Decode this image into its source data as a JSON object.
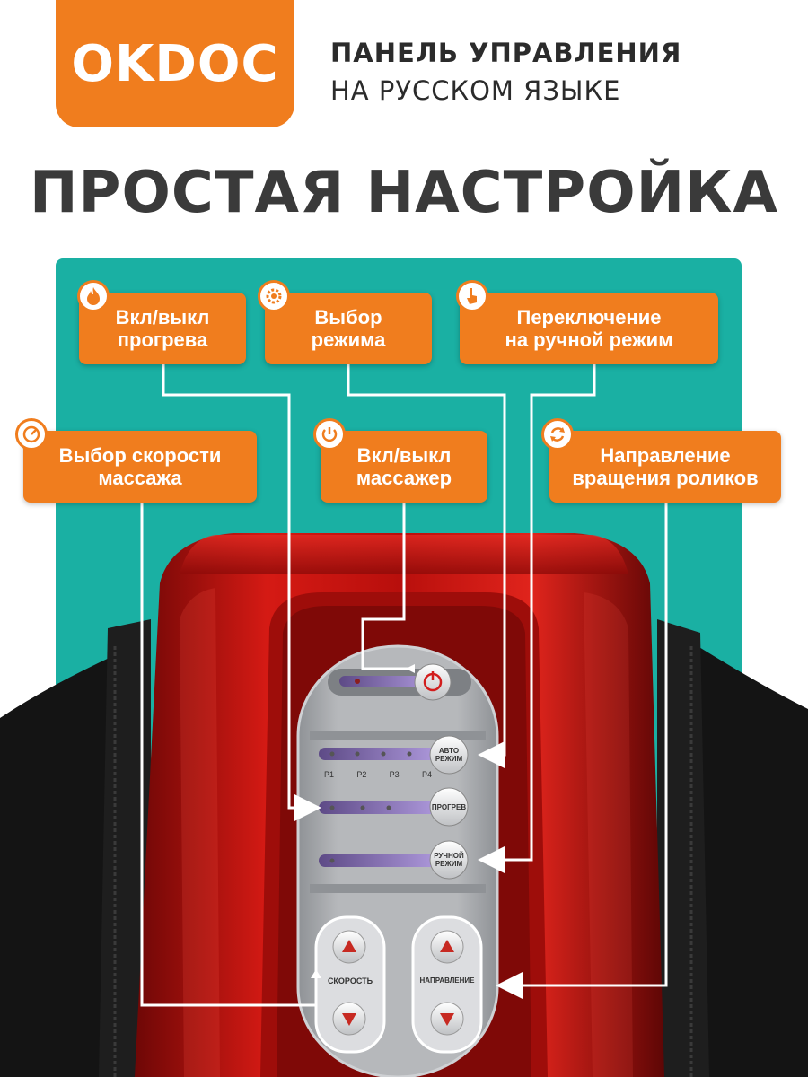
{
  "logo": {
    "text": "OKDOC"
  },
  "header": {
    "line1": "ПАНЕЛЬ УПРАВЛЕНИЯ",
    "line2": "НА РУССКОМ ЯЗЫКЕ"
  },
  "title": "ПРОСТАЯ НАСТРОЙКА",
  "callouts": {
    "heating": {
      "line1": "Вкл/выкл",
      "line2": "прогрева",
      "icon": "flame-icon"
    },
    "mode": {
      "line1": "Выбор",
      "line2": "режима",
      "icon": "gear-icon"
    },
    "manual": {
      "line1": "Переключение",
      "line2": "на ручной режим",
      "icon": "hand-pointer-icon"
    },
    "speed": {
      "line1": "Выбор скорости",
      "line2": "массажа",
      "icon": "speedometer-icon"
    },
    "power": {
      "line1": "Вкл/выкл",
      "line2": "массажер",
      "icon": "power-icon"
    },
    "direction": {
      "line1": "Направление",
      "line2": "вращения роликов",
      "icon": "rotate-icon"
    }
  },
  "panel": {
    "auto_mode": {
      "line1": "АВТО",
      "line2": "РЕЖИМ"
    },
    "programs": [
      "P1",
      "P2",
      "P3",
      "P4"
    ],
    "heat_label": "ПРОГРЕВ",
    "manual_mode": {
      "line1": "РУЧНОЙ",
      "line2": "РЕЖИМ"
    },
    "speed_label": "СКОРОСТЬ",
    "direction_label": "НАПРАВЛЕНИЕ"
  },
  "colors": {
    "accent": "#f07d1e",
    "teal": "#1ab0a3",
    "device_red": "#c8120f",
    "title": "#3a3a3a",
    "panel": "#a9abae"
  }
}
